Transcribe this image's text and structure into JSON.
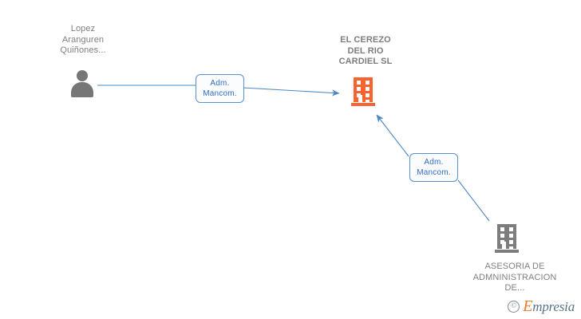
{
  "diagram": {
    "type": "corporate-relationship-graph",
    "background_color": "#ffffff",
    "nodes": [
      {
        "id": "person",
        "icon": "person-icon",
        "icon_color": "#767676",
        "label": "Lopez\nAranguren\nQuiñones...",
        "label_position": "above"
      },
      {
        "id": "company-main",
        "icon": "building-icon",
        "icon_color": "#f9642e",
        "label": "EL CEREZO\nDEL RIO\nCARDIEL SL",
        "label_position": "above"
      },
      {
        "id": "company-advisor",
        "icon": "building-icon",
        "icon_color": "#7d7d7d",
        "label": "ASESORIA DE\nADMNINISTRACION\nDE...",
        "label_position": "below"
      }
    ],
    "edges": [
      {
        "id": "edge-person-to-company",
        "from": "person",
        "to": "company-main",
        "label": "Adm.\nMancom.",
        "color": "#4a86c8",
        "arrow": "to"
      },
      {
        "id": "edge-advisor-to-company",
        "from": "company-advisor",
        "to": "company-main",
        "label": "Adm.\nMancom.",
        "color": "#4a86c8",
        "arrow": "to"
      }
    ]
  },
  "watermark": {
    "copyright_symbol": "©",
    "brand_initial": "E",
    "brand_rest": "mpresia"
  }
}
